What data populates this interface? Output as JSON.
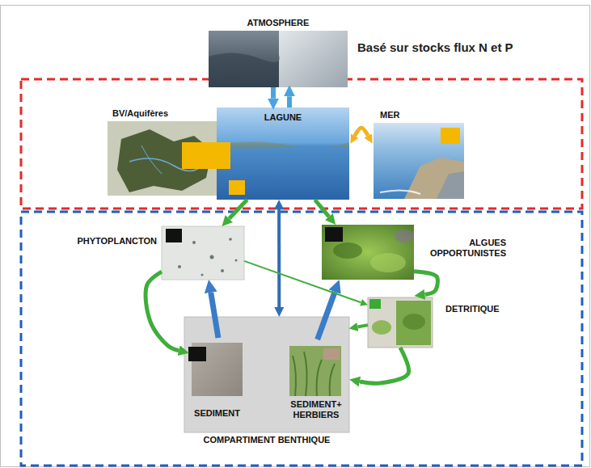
{
  "diagram": {
    "title": "Basé sur stocks flux N et P",
    "nodes": [
      {
        "text": [
          "ATMOSPHERE"
        ]
      },
      {
        "text": [
          "BV/Aquifères"
        ]
      },
      {
        "text": [
          "LAGUNE"
        ]
      },
      {
        "text": [
          "MER"
        ]
      },
      {
        "text": [
          "PHYTOPLANCTON"
        ]
      },
      {
        "text": [
          "ALGUES OPPORTUNISTES"
        ]
      },
      {
        "text": [
          "DETRITIQUE"
        ]
      },
      {
        "text": [
          "COMPARTIMENT BENTHIQUE"
        ]
      },
      {
        "text": [
          "SEDIMENT"
        ],
        "in": 7
      },
      {
        "text": [
          "SEDIMENT+ HERBIERS"
        ],
        "in": 7
      }
    ],
    "edges": [
      {
        "from": 0,
        "to": 2,
        "arrow": "to"
      },
      {
        "from": 2,
        "to": 0,
        "arrow": "to"
      },
      {
        "from": 2,
        "to": 3,
        "arrow": "both"
      },
      {
        "from": 2,
        "to": 4,
        "arrow": "to"
      },
      {
        "from": 2,
        "to": 5,
        "arrow": "to"
      },
      {
        "from": 2,
        "to": 7,
        "arrow": "both"
      },
      {
        "from": 8,
        "to": 4,
        "arrow": "to"
      },
      {
        "from": 9,
        "to": 5,
        "arrow": "to"
      },
      {
        "from": 4,
        "to": 8,
        "arrow": "to"
      },
      {
        "from": 4,
        "to": 6,
        "arrow": "to"
      },
      {
        "from": 5,
        "to": 6,
        "arrow": "to"
      },
      {
        "from": 6,
        "to": 7,
        "arrow": "to"
      },
      {
        "from": 6,
        "to": 9,
        "arrow": "to"
      }
    ]
  }
}
